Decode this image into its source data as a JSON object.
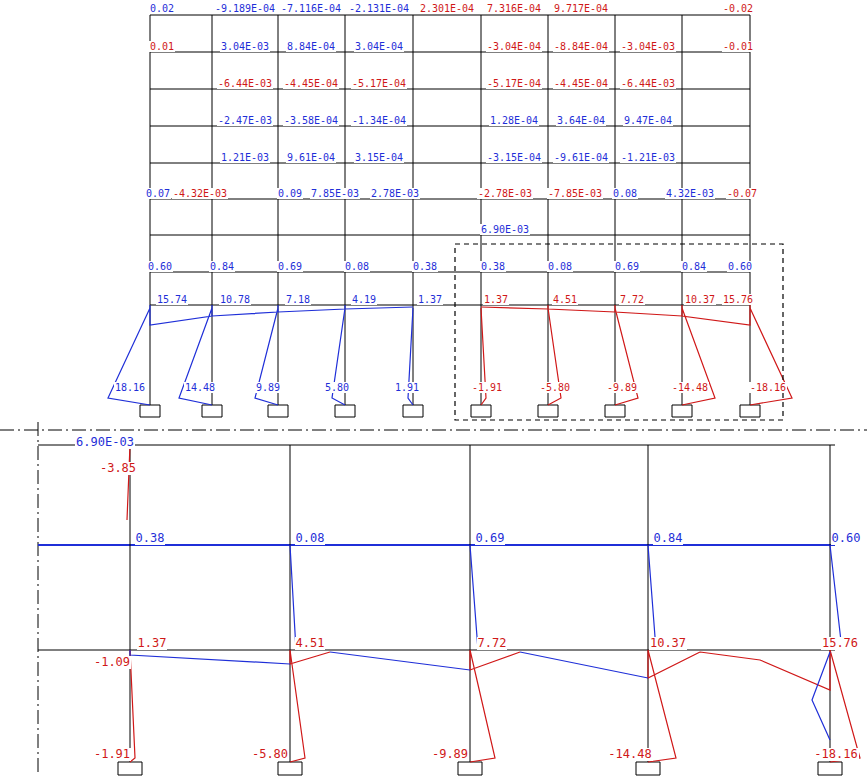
{
  "diagram": {
    "labels": [
      "0.02",
      "-9.189E-04",
      "-7.116E-04",
      "-2.131E-04",
      "2.301E-04",
      "7.316E-04",
      "9.717E-04",
      "-0.02",
      "0.01",
      "3.04E-03",
      "8.84E-04",
      "3.04E-04",
      "-3.04E-04",
      "-8.84E-04",
      "-3.04E-03",
      "-0.01",
      "-6.44E-03",
      "-4.45E-04",
      "-5.17E-04",
      "-5.17E-04",
      "-4.45E-04",
      "-6.44E-03",
      "-2.47E-03",
      "-3.58E-04",
      "-1.34E-04",
      "1.28E-04",
      "3.64E-04",
      "9.47E-04",
      "1.21E-03",
      "9.61E-04",
      "3.15E-04",
      "-3.15E-04",
      "-9.61E-04",
      "-1.21E-03",
      "0.07",
      "-4.32E-03",
      "0.09",
      "7.85E-03",
      "2.78E-03",
      "-2.78E-03",
      "-7.85E-03",
      "0.08",
      "4.32E-03",
      "-0.07",
      "6.90E-03",
      "0.60",
      "0.84",
      "0.69",
      "0.08",
      "0.38",
      "0.38",
      "0.08",
      "0.69",
      "0.84",
      "0.60",
      "15.74",
      "10.78",
      "7.18",
      "4.19",
      "1.37",
      "1.37",
      "4.51",
      "7.72",
      "10.37",
      "15.76",
      "18.16",
      "14.48",
      "9.89",
      "5.80",
      "1.91",
      "-1.91",
      "-5.80",
      "-9.89",
      "-14.48",
      "-18.16",
      "6.90E-03",
      "-3.85",
      "0.38",
      "0.08",
      "0.69",
      "0.84",
      "0.60",
      "1.37",
      "4.51",
      "7.72",
      "10.37",
      "15.76",
      "-1.09",
      "-1.91",
      "-5.80",
      "-9.89",
      "-14.48",
      "-18.16"
    ]
  }
}
